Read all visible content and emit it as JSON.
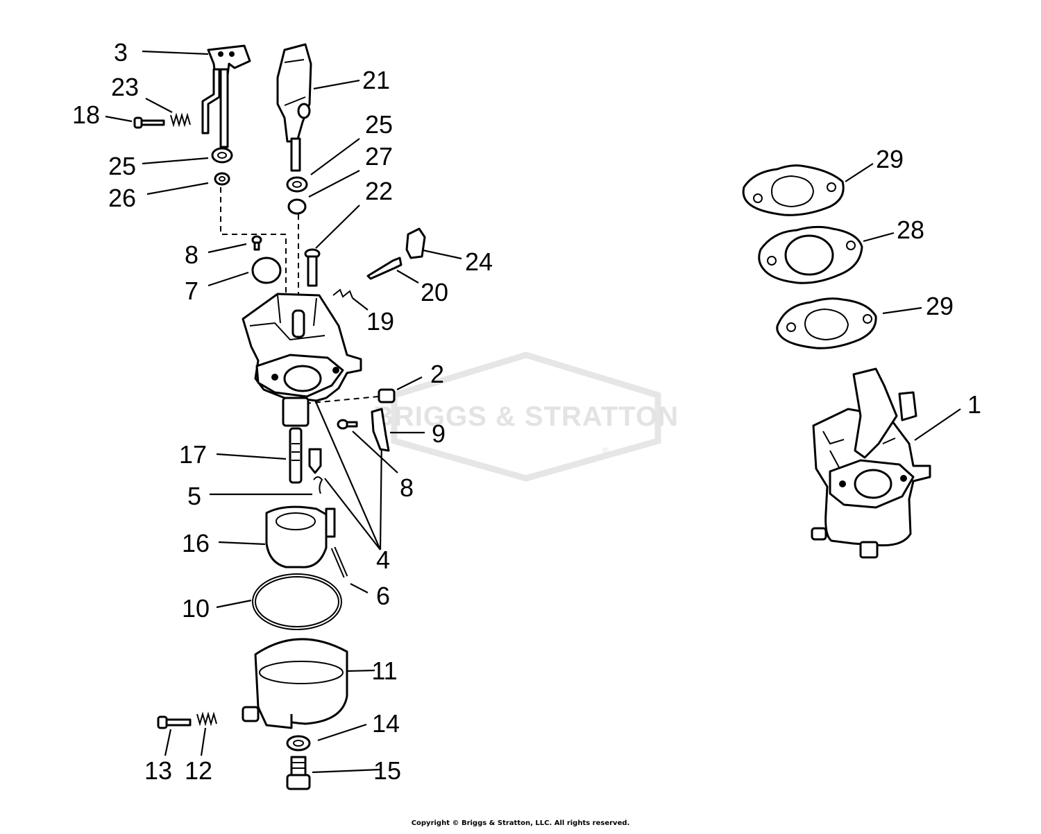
{
  "watermark": {
    "brand": "BRIGGS & STRATTON",
    "registered": "®"
  },
  "copyright": "Copyright © Briggs & Stratton, LLC. All rights reserved.",
  "callouts": [
    {
      "id": "c3",
      "label": "3"
    },
    {
      "id": "c23",
      "label": "23"
    },
    {
      "id": "c18",
      "label": "18"
    },
    {
      "id": "c25a",
      "label": "25"
    },
    {
      "id": "c26",
      "label": "26"
    },
    {
      "id": "c21",
      "label": "21"
    },
    {
      "id": "c25b",
      "label": "25"
    },
    {
      "id": "c27",
      "label": "27"
    },
    {
      "id": "c22",
      "label": "22"
    },
    {
      "id": "c8a",
      "label": "8"
    },
    {
      "id": "c7",
      "label": "7"
    },
    {
      "id": "c24",
      "label": "24"
    },
    {
      "id": "c20",
      "label": "20"
    },
    {
      "id": "c19",
      "label": "19"
    },
    {
      "id": "c2",
      "label": "2"
    },
    {
      "id": "c9",
      "label": "9"
    },
    {
      "id": "c17",
      "label": "17"
    },
    {
      "id": "c8b",
      "label": "8"
    },
    {
      "id": "c5",
      "label": "5"
    },
    {
      "id": "c16",
      "label": "16"
    },
    {
      "id": "c4",
      "label": "4"
    },
    {
      "id": "c6",
      "label": "6"
    },
    {
      "id": "c10",
      "label": "10"
    },
    {
      "id": "c11",
      "label": "11"
    },
    {
      "id": "c14",
      "label": "14"
    },
    {
      "id": "c15",
      "label": "15"
    },
    {
      "id": "c13",
      "label": "13"
    },
    {
      "id": "c12",
      "label": "12"
    },
    {
      "id": "c29a",
      "label": "29"
    },
    {
      "id": "c28",
      "label": "28"
    },
    {
      "id": "c29b",
      "label": "29"
    },
    {
      "id": "c1",
      "label": "1"
    }
  ]
}
